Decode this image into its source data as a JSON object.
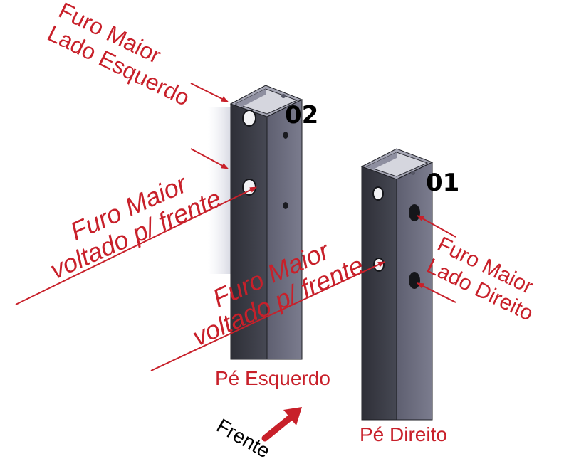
{
  "colors": {
    "annotation": "#c8202a",
    "tube_dark": "#3b3c45",
    "tube_light": "#6a6b7c",
    "tube_top": "#9c9dab",
    "shadow": "#c9cbd8"
  },
  "posts": [
    {
      "number": "02",
      "caption": "Pé Esquerdo",
      "callout_side": "Furo Maior\nLado Esquerdo",
      "callout_front": "Furo Maior\nvoltado p/ frente"
    },
    {
      "number": "01",
      "caption": "Pé Direito",
      "callout_side": "Furo Maior\nLado Direito",
      "callout_front": "Furo Maior\nvoltado p/ frente"
    }
  ],
  "direction_label": "Frente"
}
